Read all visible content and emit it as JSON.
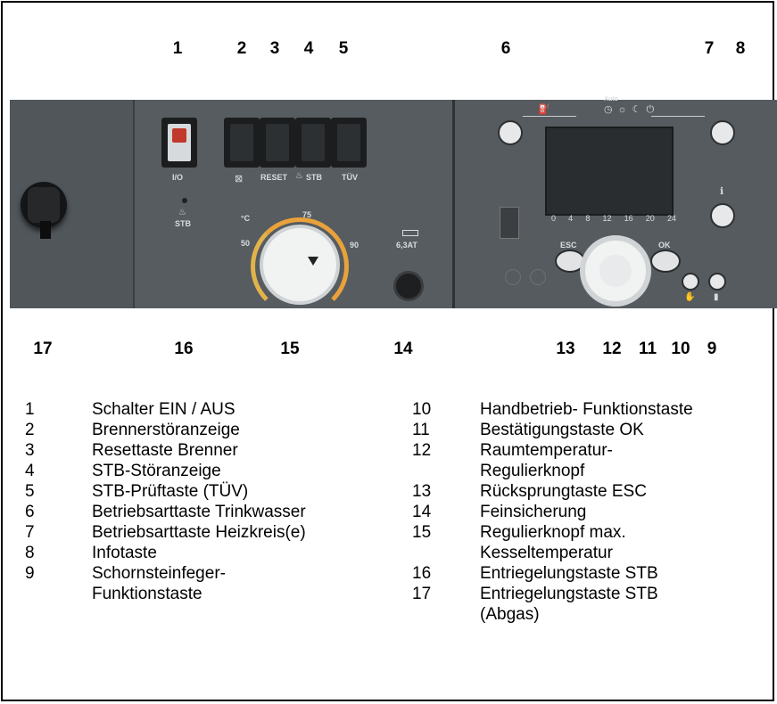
{
  "panel_labels": {
    "switch": "I/O",
    "reset": "RESET",
    "stb": "STB",
    "tuv": "TÜV",
    "stb_small": "STB",
    "celsius": "°C",
    "scale_50": "50",
    "scale_75": "75",
    "scale_90": "90",
    "fuse": "6,3AT",
    "auto": "Auto",
    "esc": "ESC",
    "ok": "OK",
    "timescale": [
      "0",
      "4",
      "8",
      "12",
      "16",
      "20",
      "24"
    ]
  },
  "callouts_top": [
    "1",
    "2",
    "3",
    "4",
    "5",
    "6",
    "7",
    "8"
  ],
  "callouts_bottom": [
    "17",
    "16",
    "15",
    "14",
    "13",
    "12",
    "11",
    "10",
    "9"
  ],
  "legend_left": [
    {
      "num": "1",
      "text": "Schalter EIN / AUS"
    },
    {
      "num": "2",
      "text": "Brennerstöranzeige"
    },
    {
      "num": "3",
      "text": "Resettaste Brenner"
    },
    {
      "num": "4",
      "text": "STB-Störanzeige"
    },
    {
      "num": "5",
      "text": "STB-Prüftaste (TÜV)"
    },
    {
      "num": "6",
      "text": "Betriebsarttaste Trinkwasser"
    },
    {
      "num": "7",
      "text": "Betriebsarttaste Heizkreis(e)"
    },
    {
      "num": "8",
      "text": "Infotaste"
    },
    {
      "num": "9",
      "text": "Schornsteinfeger-",
      "text2": "Funktionstaste"
    }
  ],
  "legend_right": [
    {
      "num": "10",
      "text": "Handbetrieb- Funktionstaste"
    },
    {
      "num": "11",
      "text": "Bestätigungstaste OK"
    },
    {
      "num": "12",
      "text": "Raumtemperatur-",
      "text2": "Regulierknopf"
    },
    {
      "num": "13",
      "text": "Rücksprungtaste ESC"
    },
    {
      "num": "14",
      "text": "Feinsicherung"
    },
    {
      "num": "15",
      "text": "Regulierknopf max.",
      "text2": "Kesseltemperatur"
    },
    {
      "num": "16",
      "text": "Entriegelungstaste STB"
    },
    {
      "num": "17",
      "text": "Entriegelungstaste STB",
      "text2": "(Abgas)"
    }
  ]
}
